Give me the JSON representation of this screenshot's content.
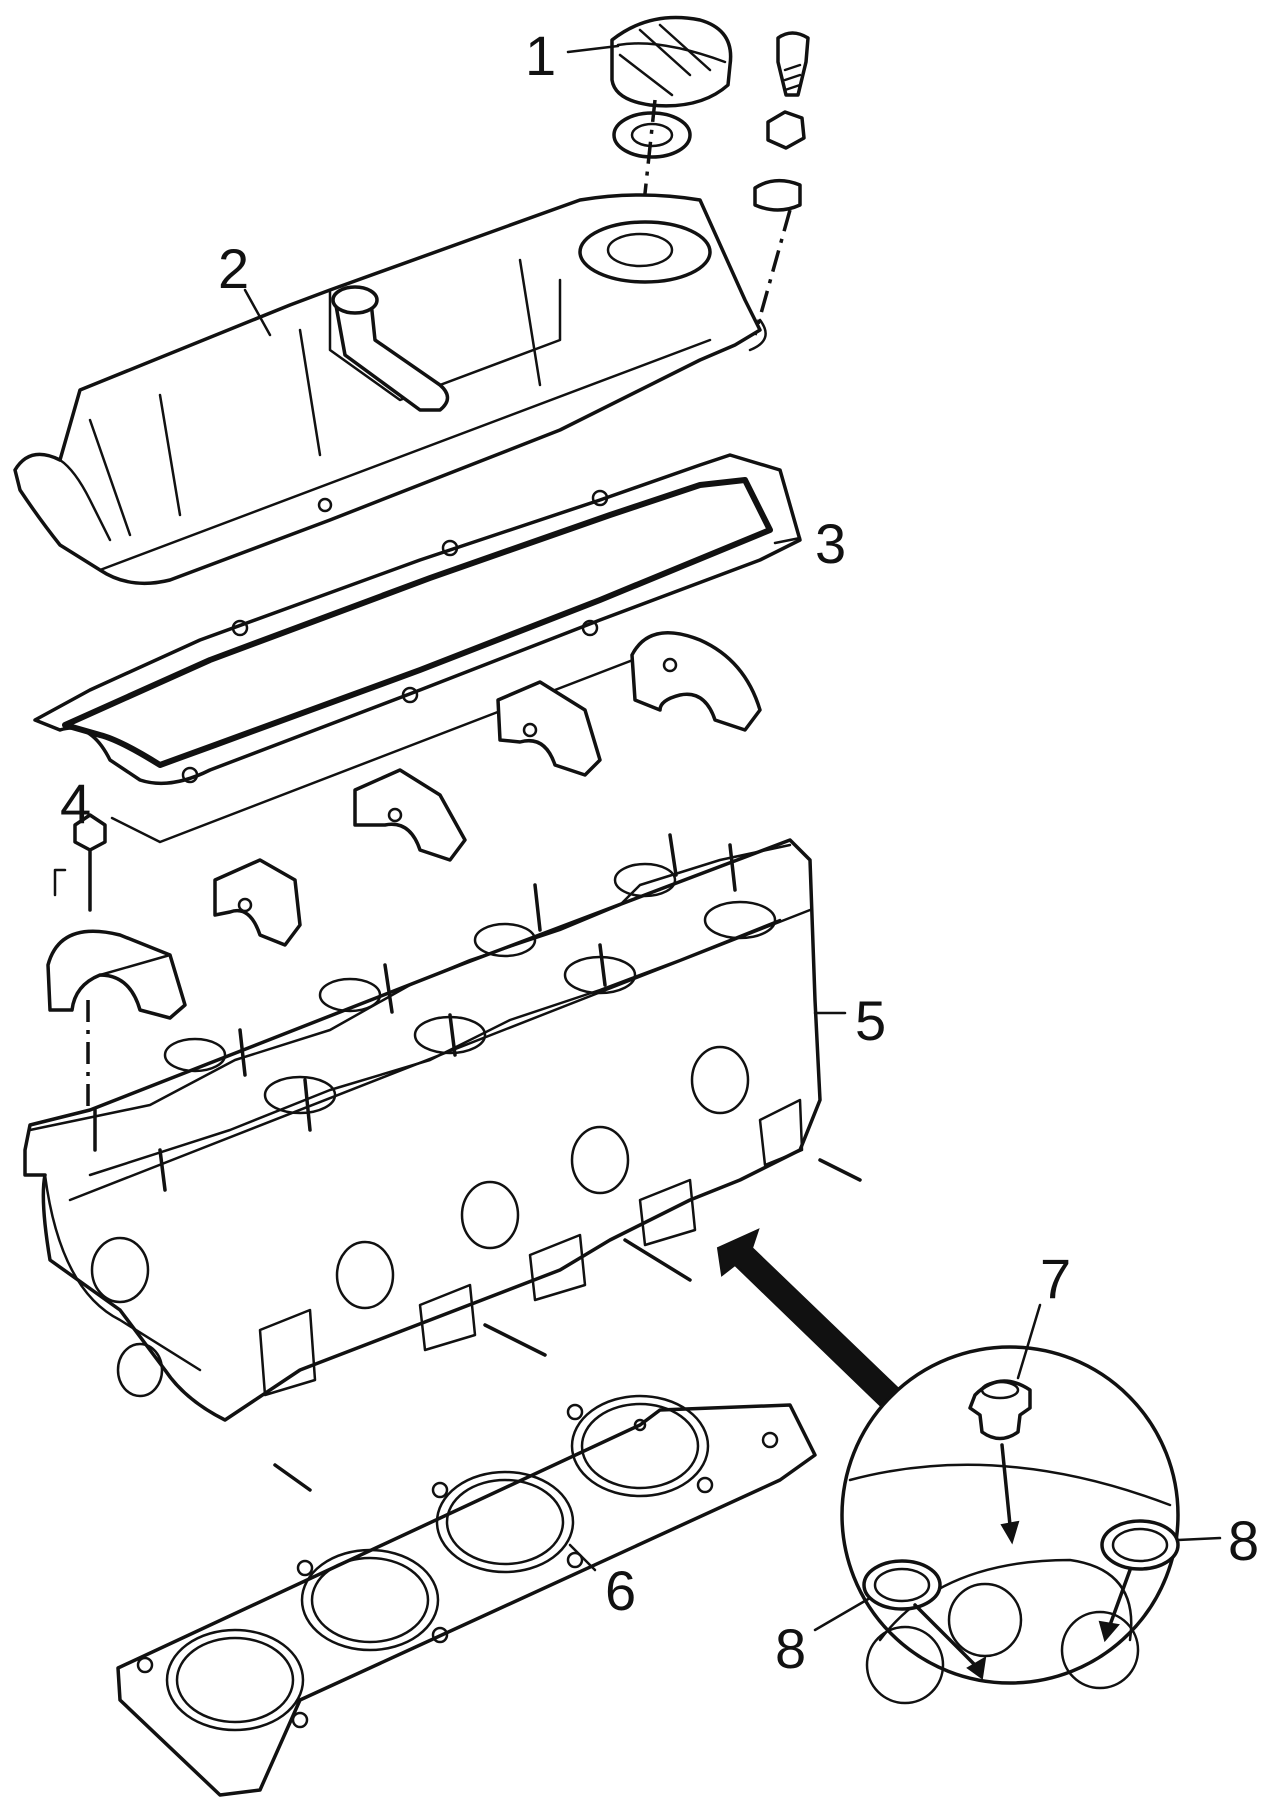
{
  "callouts": [
    {
      "id": "1",
      "label": "1"
    },
    {
      "id": "2",
      "label": "2"
    },
    {
      "id": "3",
      "label": "3"
    },
    {
      "id": "4",
      "label": "4"
    },
    {
      "id": "5",
      "label": "5"
    },
    {
      "id": "6",
      "label": "6"
    },
    {
      "id": "7",
      "label": "7"
    },
    {
      "id": "8a",
      "label": "8"
    },
    {
      "id": "8b",
      "label": "8"
    }
  ],
  "colors": {
    "ink": "#111111",
    "paper": "#ffffff"
  }
}
